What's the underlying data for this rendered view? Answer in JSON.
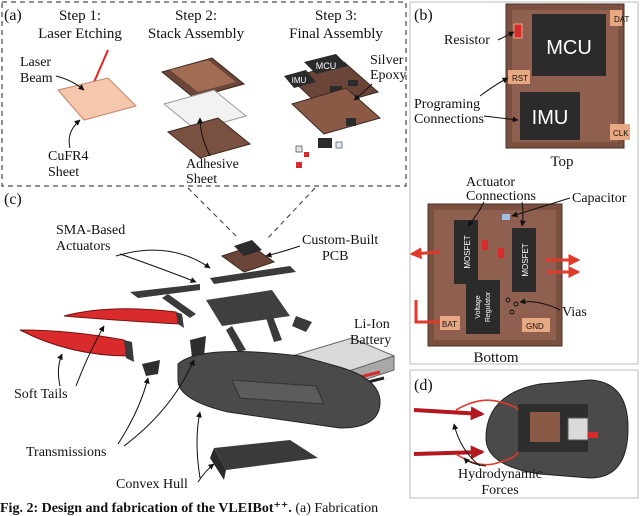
{
  "panels": {
    "a": {
      "tag": "(a)",
      "steps": [
        {
          "title": "Step 1:",
          "subtitle": "Laser Etching"
        },
        {
          "title": "Step 2:",
          "subtitle": "Stack Assembly"
        },
        {
          "title": "Step 3:",
          "subtitle": "Final Assembly"
        }
      ],
      "labels": {
        "laser": [
          "Laser",
          "Beam"
        ],
        "sheet": [
          "CuFR4",
          "Sheet"
        ],
        "adhesive": [
          "Adhesive",
          "Sheet"
        ],
        "epoxy": [
          "Silver",
          "Epoxy"
        ],
        "mcu": "MCU",
        "imu": "IMU"
      }
    },
    "b": {
      "tag": "(b)",
      "top_caption": "Top",
      "bottom_caption": "Bottom",
      "top_labels": {
        "resistor": "Resistor",
        "mcu": "MCU",
        "imu": "IMU",
        "dat": "DAT",
        "rst": "RST",
        "clk": "CLK",
        "programing": [
          "Programing",
          "Connections"
        ]
      },
      "bottom_labels": {
        "actuator": [
          "Actuator",
          "Connections"
        ],
        "capacitor": "Capacitor",
        "mosfet": "MOSFET",
        "voltage": [
          "Voltage",
          "Regulator"
        ],
        "bat": "BAT",
        "gnd": "GND",
        "vias": "Vias"
      }
    },
    "c": {
      "tag": "(c)",
      "labels": {
        "sma": [
          "SMA-Based",
          "Actuators"
        ],
        "pcb": [
          "Custom-Built",
          "PCB"
        ],
        "battery": [
          "Li-Ion",
          "Battery"
        ],
        "tails": "Soft Tails",
        "transmissions": "Transmissions",
        "hull": "Convex Hull"
      }
    },
    "d": {
      "tag": "(d)",
      "labels": {
        "forces": [
          "Hydrodynamic",
          "Forces"
        ]
      }
    }
  },
  "caption": {
    "bold": "Fig. 2: Design and fabrication of the VLEIBot⁺⁺.",
    "rest": " (a) Fabrication"
  },
  "colors": {
    "copper": "#c9876b",
    "board": "#7a5040",
    "chip": "#2b2b2b",
    "trace": "#e8a882",
    "red": "#d92b2b",
    "hull": "#4a4a4a"
  }
}
